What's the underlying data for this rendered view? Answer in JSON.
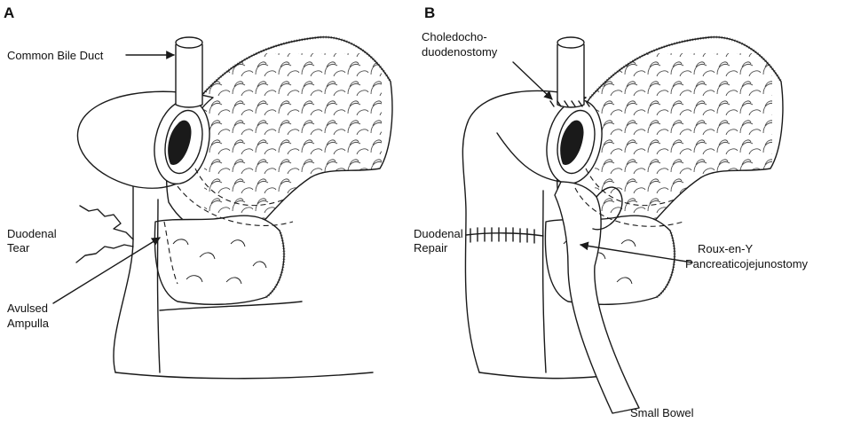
{
  "panel_a": {
    "letter": "A",
    "labels": {
      "common_bile_duct": "Common Bile Duct",
      "duodenal_tear_1": "Duodenal",
      "duodenal_tear_2": "Tear",
      "avulsed_ampulla_1": "Avulsed",
      "avulsed_ampulla_2": "Ampulla"
    }
  },
  "panel_b": {
    "letter": "B",
    "labels": {
      "choledocho_1": "Choledocho-",
      "choledocho_2": "duodenostomy",
      "duodenal_repair_1": "Duodenal",
      "duodenal_repair_2": "Repair",
      "roux_1": "Roux-en-Y",
      "roux_2": "Pancreaticojejunostomy",
      "small_bowel": "Small Bowel"
    }
  }
}
